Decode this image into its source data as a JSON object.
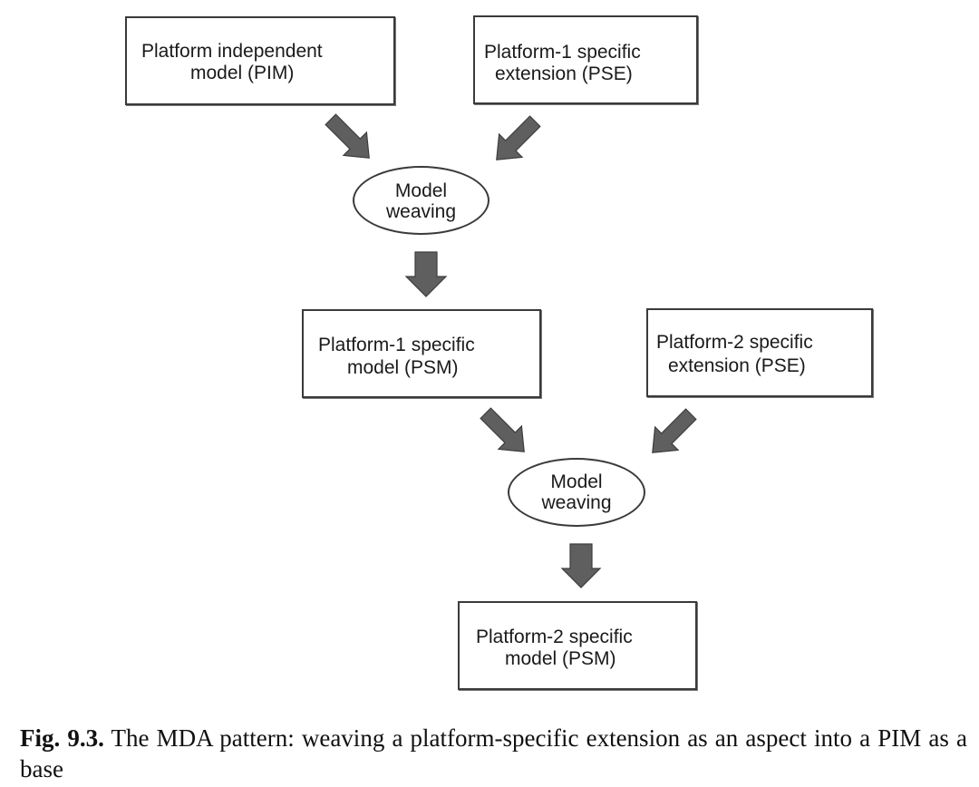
{
  "diagram": {
    "nodes": {
      "pim": {
        "line1": "Platform independent",
        "line2": "model (PIM)"
      },
      "pse1": {
        "line1": "Platform-1 specific",
        "line2": "extension (PSE)"
      },
      "weave1": {
        "line1": "Model",
        "line2": "weaving"
      },
      "psm1": {
        "line1": "Platform-1 specific",
        "line2": "model (PSM)"
      },
      "pse2": {
        "line1": "Platform-2 specific",
        "line2": "extension (PSE)"
      },
      "weave2": {
        "line1": "Model",
        "line2": "weaving"
      },
      "psm2": {
        "line1": "Platform-2 specific",
        "line2": "model (PSM)"
      }
    },
    "edges": [
      {
        "from": "pim",
        "to": "weave1"
      },
      {
        "from": "pse1",
        "to": "weave1"
      },
      {
        "from": "weave1",
        "to": "psm1"
      },
      {
        "from": "psm1",
        "to": "weave2"
      },
      {
        "from": "pse2",
        "to": "weave2"
      },
      {
        "from": "weave2",
        "to": "psm2"
      }
    ],
    "colors": {
      "arrow_fill": "#5f5f5f",
      "border": "#3a3a3a"
    }
  },
  "caption": {
    "label": "Fig. 9.3.",
    "text": " The MDA pattern: weaving a platform-specific extension as an aspect into a PIM as a base"
  }
}
